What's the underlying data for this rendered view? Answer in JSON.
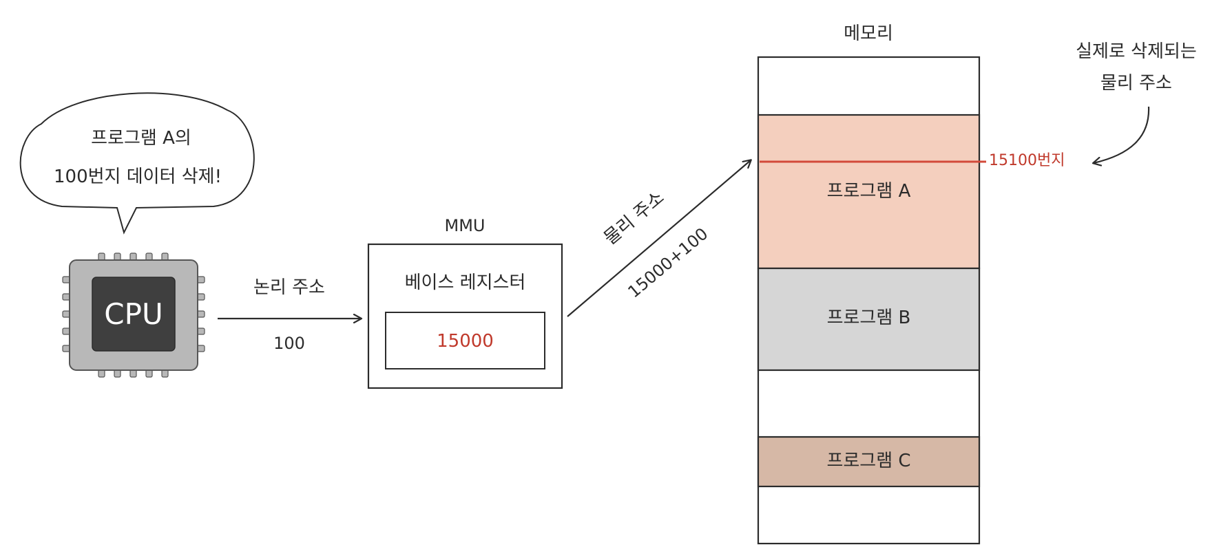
{
  "speech_bubble": {
    "line1": "프로그램 A의",
    "line2": "100번지 데이터 삭제!"
  },
  "cpu": {
    "label": "CPU"
  },
  "logical_address": {
    "label": "논리 주소",
    "value": "100"
  },
  "mmu": {
    "title": "MMU",
    "register_label": "베이스 레지스터",
    "register_value": "15000"
  },
  "physical_address": {
    "label": "물리 주소",
    "value": "15000+100"
  },
  "memory": {
    "title": "메모리",
    "program_a": "프로그램 A",
    "program_b": "프로그램 B",
    "program_c": "프로그램 C",
    "marker_address": "15100번지"
  },
  "annotation": {
    "line1": "실제로 삭제되는",
    "line2": "물리 주소"
  },
  "colors": {
    "program_a_fill": "#f4cfbe",
    "program_b_fill": "#d6d6d6",
    "program_c_fill": "#d6b8a6",
    "highlight": "#d24a3a",
    "cpu_body": "#b8b8b8",
    "cpu_core": "#3f3f3f"
  }
}
